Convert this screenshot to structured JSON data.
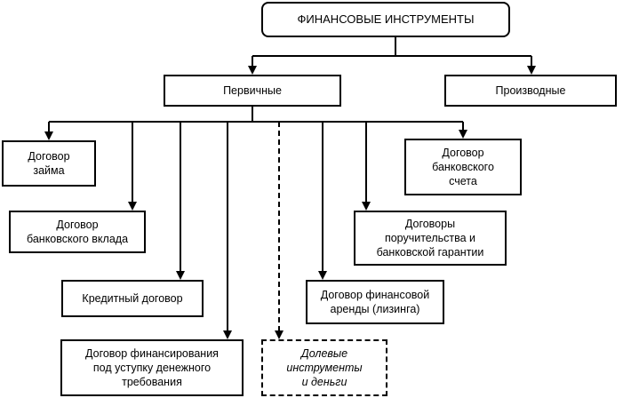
{
  "diagram": {
    "root": {
      "label": "ФИНАНСОВЫЕ ИНСТРУМЕНТЫ"
    },
    "branches": {
      "primary": {
        "label": "Первичные"
      },
      "derivative": {
        "label": "Производные"
      }
    },
    "instruments": {
      "loan_agreement": "Договор\nзайма",
      "bank_deposit_agreement": "Договор\nбанковского вклада",
      "credit_agreement": "Кредитный договор",
      "factoring_agreement": "Договор финансирования\nпод уступку денежного\nтребования",
      "equity_and_money": "Долевые\nинструменты\nи деньги",
      "financial_lease_agreement": "Договор финансовой\nаренды (лизинга)",
      "surety_guarantee_agreements": "Договоры\nпоручительства и\nбанковской гарантии",
      "bank_account_agreement": "Договор\nбанковского\nсчета"
    }
  }
}
